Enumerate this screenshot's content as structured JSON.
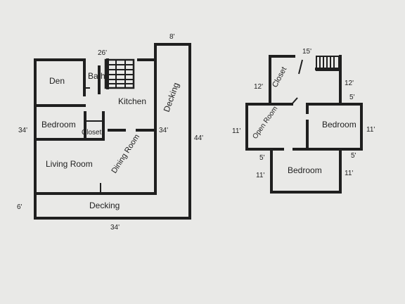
{
  "first_floor": {
    "rooms": {
      "den": "Den",
      "bath": "Bath",
      "kitchen": "Kitchen",
      "bedroom": "Bedroom",
      "closet": "Closet",
      "living_room": "Living Room",
      "dining_room": "Dining Room",
      "decking_side": "Decking",
      "decking_bottom": "Decking"
    },
    "dimensions": {
      "top_width": "26'",
      "deck_width": "8'",
      "left_height": "34'",
      "inner_height": "34'",
      "total_height": "44'",
      "deck_depth": "6'",
      "bottom_width": "34'"
    }
  },
  "second_floor": {
    "rooms": {
      "closet": "Closet",
      "open_room": "Open Room",
      "bedroom_right": "Bedroom",
      "bedroom_bottom": "Bedroom"
    },
    "dimensions": {
      "top_width": "15'",
      "left_upper": "12'",
      "right_upper": "12'",
      "right_step": "5'",
      "left_side": "11'",
      "right_side": "11'",
      "left_step": "5'",
      "inner_step": "5'",
      "bottom_left": "11'",
      "bottom_right": "11'"
    }
  }
}
